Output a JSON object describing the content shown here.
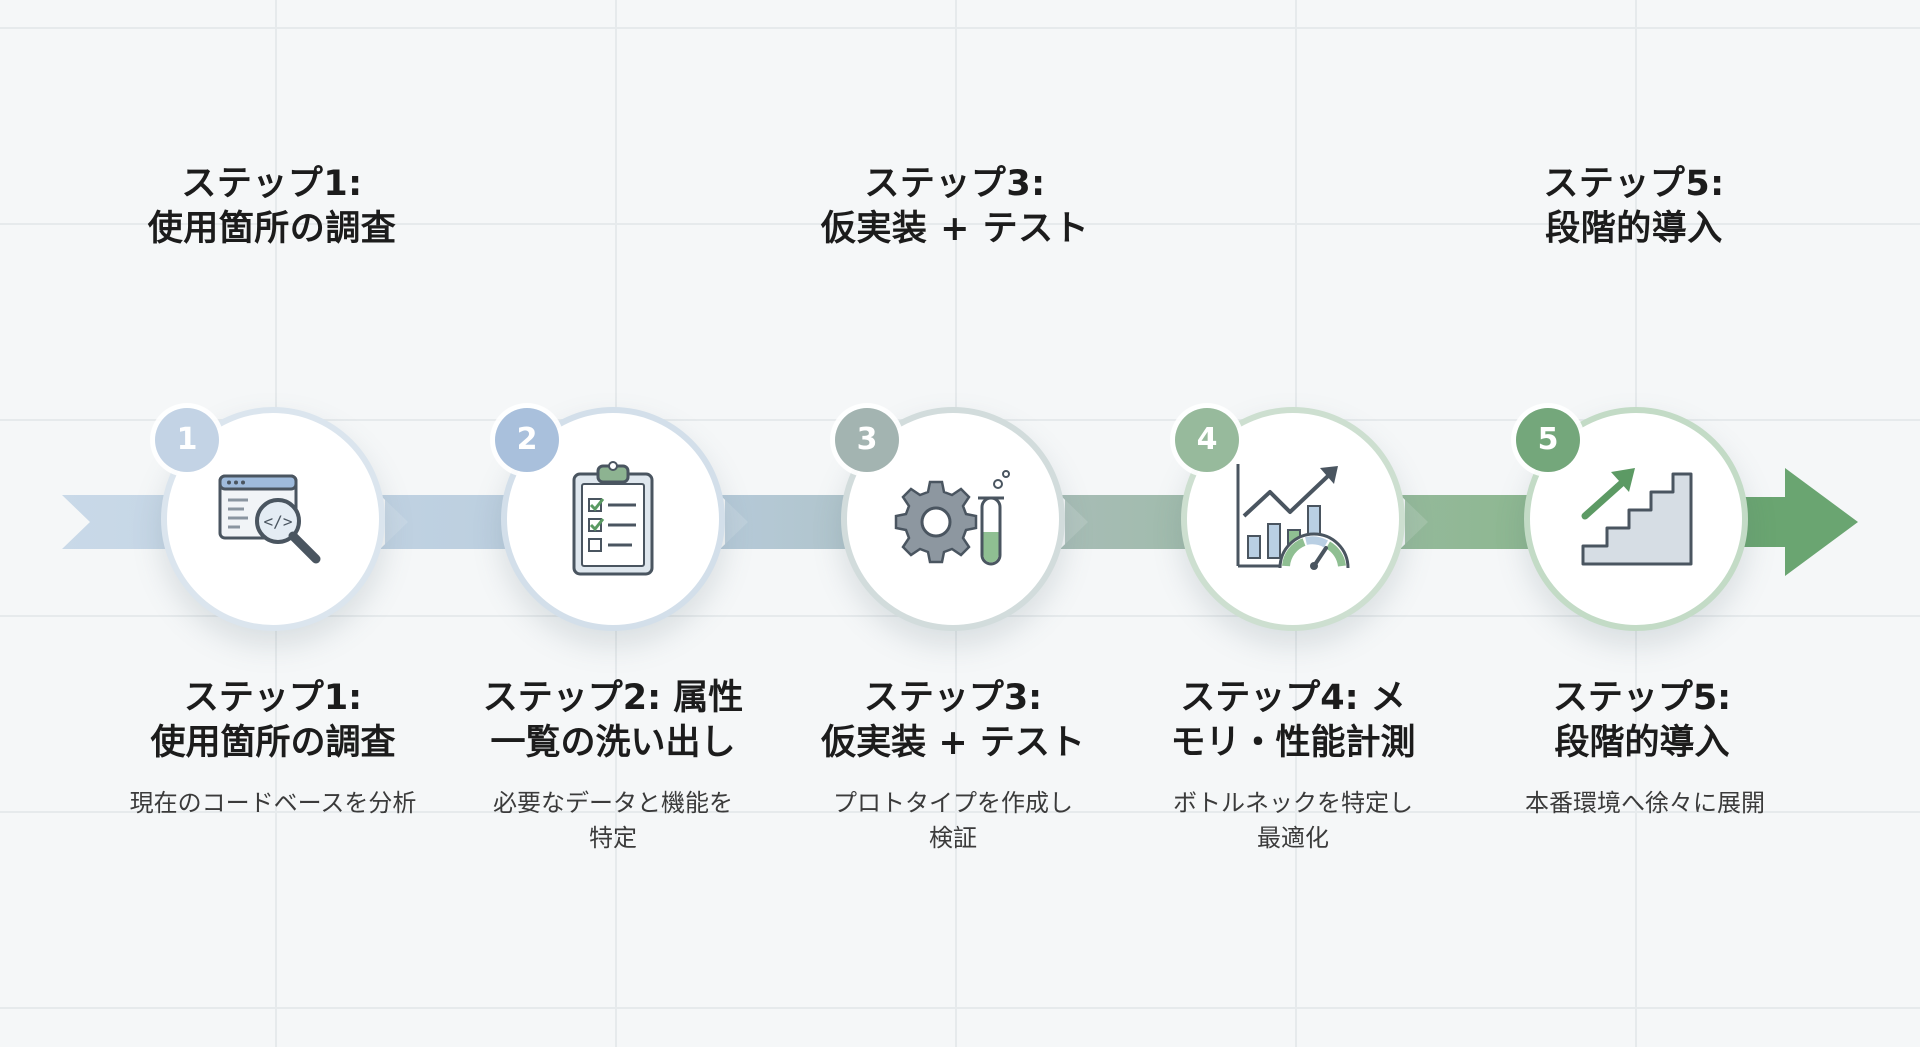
{
  "colors": {
    "background": "#f5f7f8",
    "arrow_start": "#c8d8e6",
    "arrow_end": "#6fa676",
    "badge_1": "#b9cbe0",
    "badge_2": "#a7bfdc",
    "badge_3": "#9fb3ad",
    "badge_4": "#93b79a",
    "badge_5": "#6fa676"
  },
  "top_titles": [
    {
      "line1": "ステップ1:",
      "line2": "使用箇所の調査"
    },
    {
      "line1": "ステップ3:",
      "line2": "仮実装 + テスト"
    },
    {
      "line1": "ステップ5:",
      "line2": "段階的導入"
    }
  ],
  "steps": [
    {
      "number": "1",
      "icon": "code-search-icon",
      "title_line1": "ステップ1:",
      "title_line2": "使用箇所の調査",
      "desc_line1": "現在のコードベースを分析",
      "desc_line2": ""
    },
    {
      "number": "2",
      "icon": "clipboard-checklist-icon",
      "title_line1": "ステップ2: 属性",
      "title_line2": "一覧の洗い出し",
      "desc_line1": "必要なデータと機能を",
      "desc_line2": "特定"
    },
    {
      "number": "3",
      "icon": "gear-test-tube-icon",
      "title_line1": "ステップ3:",
      "title_line2": "仮実装 + テスト",
      "desc_line1": "プロトタイプを作成し",
      "desc_line2": "検証"
    },
    {
      "number": "4",
      "icon": "chart-gauge-icon",
      "title_line1": "ステップ4: メ",
      "title_line2": "モリ・性能計測",
      "desc_line1": "ボトルネックを特定し",
      "desc_line2": "最適化"
    },
    {
      "number": "5",
      "icon": "stairs-arrow-icon",
      "title_line1": "ステップ5:",
      "title_line2": "段階的導入",
      "desc_line1": "本番環境へ徐々に展開",
      "desc_line2": ""
    }
  ]
}
